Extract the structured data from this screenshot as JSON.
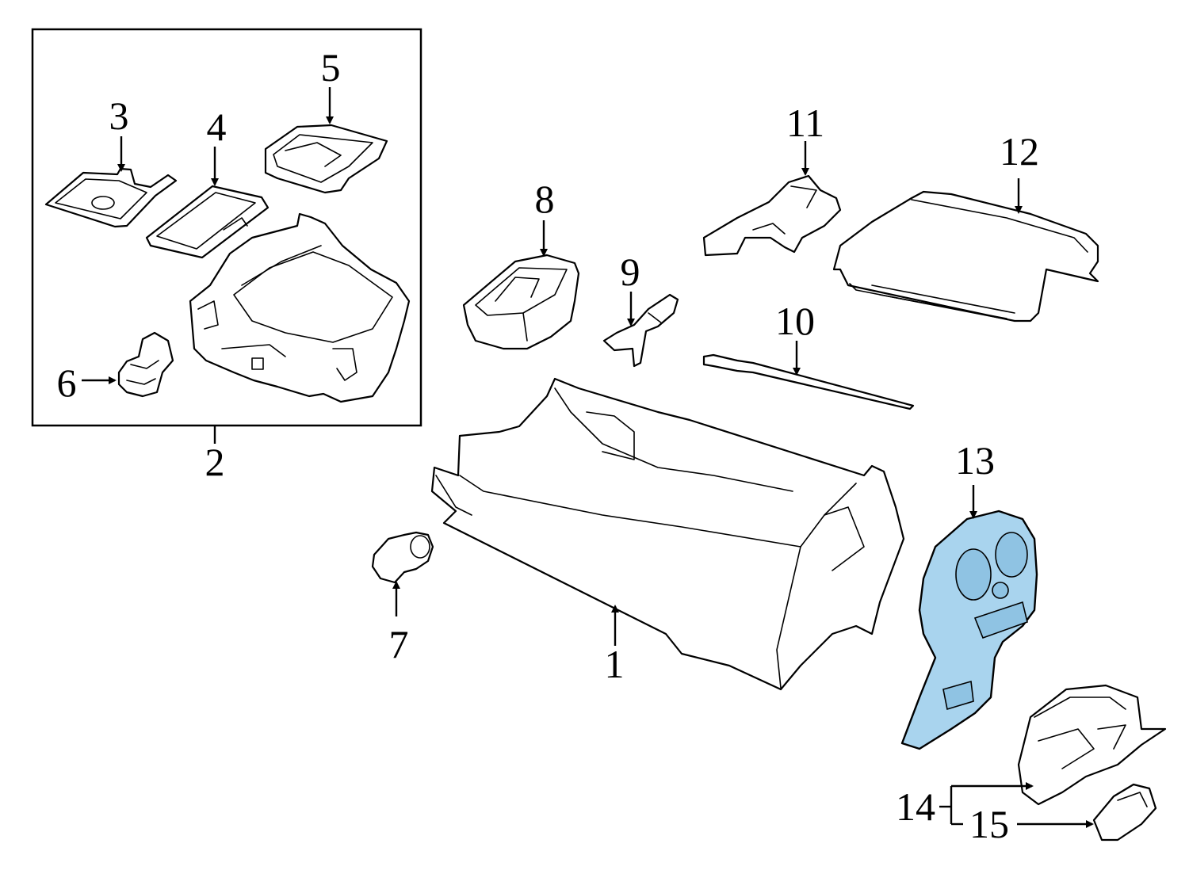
{
  "diagram": {
    "highlight_color": "#a9d4ee",
    "callouts": [
      {
        "id": "1",
        "label": "1"
      },
      {
        "id": "2",
        "label": "2"
      },
      {
        "id": "3",
        "label": "3"
      },
      {
        "id": "4",
        "label": "4"
      },
      {
        "id": "5",
        "label": "5"
      },
      {
        "id": "6",
        "label": "6"
      },
      {
        "id": "7",
        "label": "7"
      },
      {
        "id": "8",
        "label": "8"
      },
      {
        "id": "9",
        "label": "9"
      },
      {
        "id": "10",
        "label": "10"
      },
      {
        "id": "11",
        "label": "11"
      },
      {
        "id": "12",
        "label": "12"
      },
      {
        "id": "13",
        "label": "13"
      },
      {
        "id": "14",
        "label": "14"
      },
      {
        "id": "15",
        "label": "15"
      }
    ],
    "highlighted_part": "13"
  }
}
